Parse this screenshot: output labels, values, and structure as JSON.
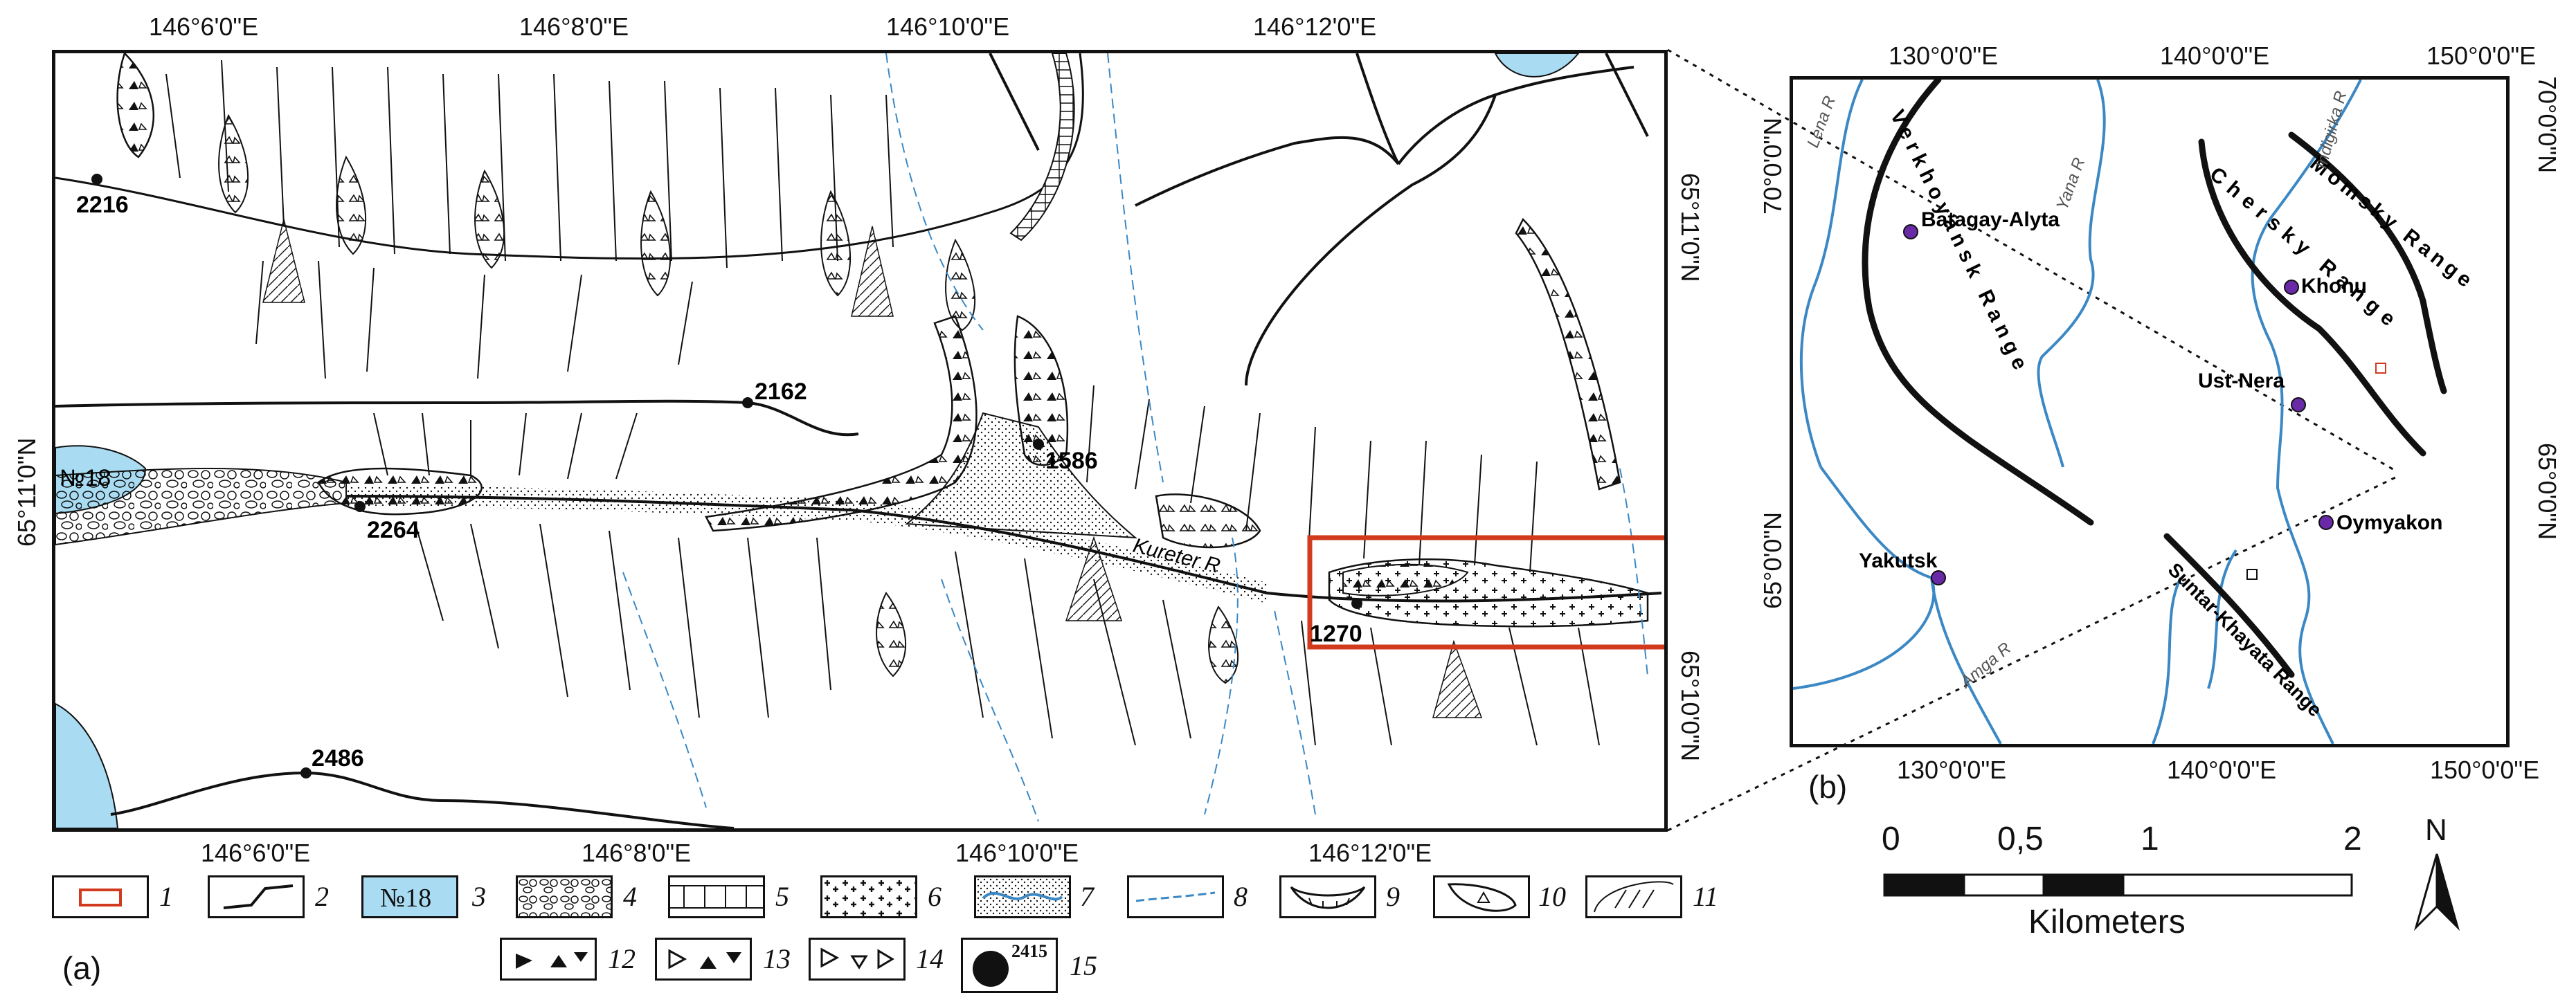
{
  "panel_a": {
    "label": "(a)",
    "top_lon_labels": [
      "146°6'0\"E",
      "146°8'0\"E",
      "146°10'0\"E",
      "146°12'0\"E"
    ],
    "bottom_lon_labels": [
      "146°6'0\"E",
      "146°8'0\"E",
      "146°10'0\"E",
      "146°12'0\"E"
    ],
    "left_lat_label": "65°11'0\"N",
    "right_lat_labels": [
      "65°11'0\"N",
      "65°10'0\"N"
    ],
    "elevations": [
      "2216",
      "2162",
      "2264",
      "1586",
      "1270",
      "2486"
    ],
    "lake_label": "№18",
    "river_label": "Kureter R"
  },
  "panel_b": {
    "label": "(b)",
    "top_lon_labels": [
      "130°0'0\"E",
      "140°0'0\"E",
      "150°0'0\"E"
    ],
    "bottom_lon_labels": [
      "130°0'0\"E",
      "140°0'0\"E",
      "150°0'0\"E"
    ],
    "left_lat_labels": [
      "70°0'0\"N",
      "65°0'0\"N"
    ],
    "right_lat_labels": [
      "70°0'0\"N",
      "65°0'0\"N"
    ],
    "places": [
      "Batagay-Alyta",
      "Khonu",
      "Ust-Nera",
      "Oymyakon",
      "Yakutsk"
    ],
    "ranges": [
      "Verkhoyansk Range",
      "Chersky Range",
      "Momsky Range",
      "Suntar-Khayata Range"
    ],
    "rivers": [
      "Lena R",
      "Yana R",
      "Indigirka R",
      "Amga R"
    ]
  },
  "scale_bar": {
    "ticks": [
      "0",
      "0,5",
      "1",
      "2"
    ],
    "unit": "Kilometers"
  },
  "north_arrow": {
    "label": "N"
  },
  "legend": {
    "numbers": [
      "1",
      "2",
      "3",
      "4",
      "5",
      "6",
      "7",
      "8",
      "9",
      "10",
      "11",
      "12",
      "13",
      "14",
      "15"
    ],
    "lake_text": "№18",
    "point_text": "2415"
  },
  "colors": {
    "water": "#a9dcf2",
    "river": "#3b88c4",
    "highlight": "#d23a1e",
    "settlement": "#6a2aa8",
    "line": "#111111"
  }
}
